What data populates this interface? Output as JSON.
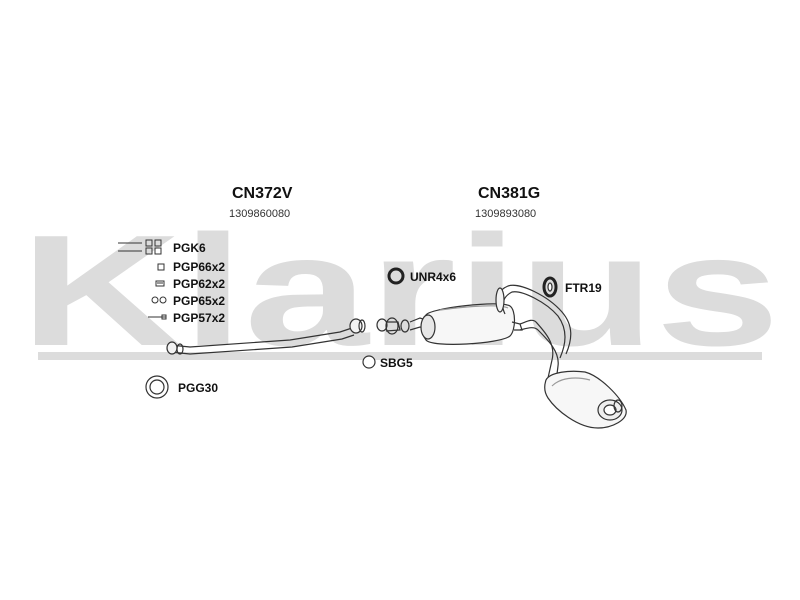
{
  "watermark": {
    "text": "Klarius",
    "color": "#d9d9d9"
  },
  "assemblies": [
    {
      "code": "CN372V",
      "part_number": "1309860080"
    },
    {
      "code": "CN381G",
      "part_number": "1309893080"
    }
  ],
  "fittings": [
    {
      "label": "PGK6",
      "icon": "bolt-set-icon"
    },
    {
      "label": "PGP66x2",
      "icon": "nut-icon"
    },
    {
      "label": "PGP62x2",
      "icon": "washer-icon"
    },
    {
      "label": "PGP65x2",
      "icon": "spring-clip-icon"
    },
    {
      "label": "PGP57x2",
      "icon": "stud-icon"
    },
    {
      "label": "UNR4x6",
      "icon": "rubber-ring-icon"
    },
    {
      "label": "FTR19",
      "icon": "mounting-rubber-icon"
    },
    {
      "label": "SBG5",
      "icon": "sealing-ring-icon"
    },
    {
      "label": "PGG30",
      "icon": "gasket-ring-icon"
    }
  ],
  "colors": {
    "line": "#333333",
    "part_fill": "#f2f2f2",
    "shade": "#bdbdbd"
  }
}
